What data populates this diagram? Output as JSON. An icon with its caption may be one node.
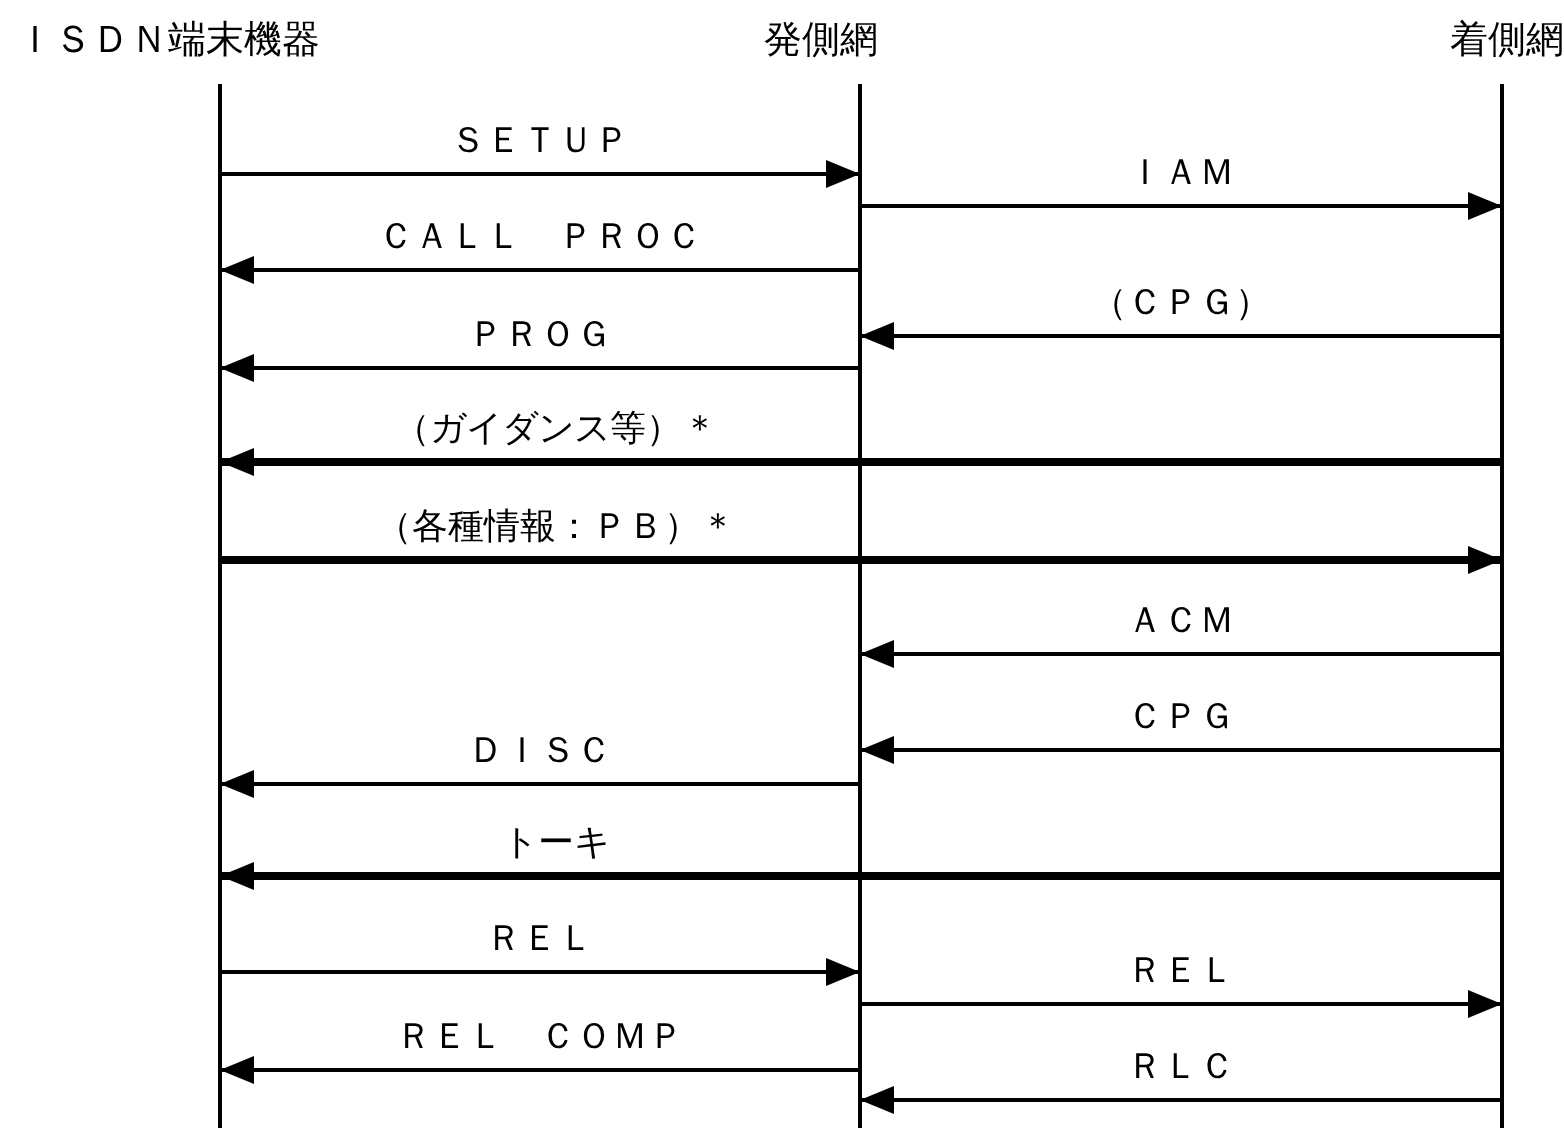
{
  "diagram": {
    "nodes": [
      {
        "text": [
          "ＩＳＤＮ端末機器"
        ]
      },
      {
        "text": [
          "発側網"
        ]
      },
      {
        "text": [
          "着側網"
        ]
      }
    ],
    "edges": [
      {
        "from": 0,
        "to": 1,
        "arrow": "to",
        "label": "ＳＥＴＵＰ"
      },
      {
        "from": 1,
        "to": 2,
        "arrow": "to",
        "label": "ＩＡＭ"
      },
      {
        "from": 1,
        "to": 0,
        "arrow": "to",
        "label": "ＣＡＬＬ　ＰＲＯＣ"
      },
      {
        "from": 2,
        "to": 1,
        "arrow": "to",
        "label": "（ＣＰＧ）"
      },
      {
        "from": 1,
        "to": 0,
        "arrow": "to",
        "label": "ＰＲＯＧ"
      },
      {
        "from": 2,
        "to": 0,
        "arrow": "to",
        "label": "（ガイダンス等）＊",
        "style": "thick"
      },
      {
        "from": 0,
        "to": 2,
        "arrow": "to",
        "label": "（各種情報：ＰＢ）＊",
        "style": "thick"
      },
      {
        "from": 2,
        "to": 1,
        "arrow": "to",
        "label": "ＡＣＭ"
      },
      {
        "from": 2,
        "to": 1,
        "arrow": "to",
        "label": "ＣＰＧ"
      },
      {
        "from": 1,
        "to": 0,
        "arrow": "to",
        "label": "ＤＩＳＣ"
      },
      {
        "from": 2,
        "to": 0,
        "arrow": "to",
        "label": "トーキ",
        "style": "thick"
      },
      {
        "from": 0,
        "to": 1,
        "arrow": "to",
        "label": "ＲＥＬ"
      },
      {
        "from": 1,
        "to": 2,
        "arrow": "to",
        "label": "ＲＥＬ"
      },
      {
        "from": 1,
        "to": 0,
        "arrow": "to",
        "label": "ＲＥＬ　ＣＯＭＰ"
      },
      {
        "from": 2,
        "to": 1,
        "arrow": "to",
        "label": "ＲＬＣ"
      }
    ]
  }
}
